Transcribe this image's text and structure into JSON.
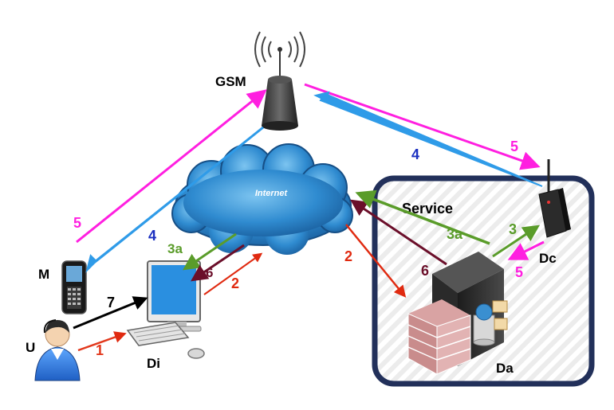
{
  "diagram": {
    "nodes": {
      "gsm": "GSM",
      "internet": "Internet",
      "service": "Service",
      "mobile": "M",
      "user": "U",
      "computer": "Di",
      "device": "Dc",
      "server": "Da"
    },
    "steps": {
      "s1": "1",
      "s2_pc": "2",
      "s2_srv": "2",
      "s3": "3",
      "s3a_srv": "3a",
      "s3a_pc": "3a",
      "s4_top": "4",
      "s4_mob": "4",
      "s5_top": "5",
      "s5_mob": "5",
      "s5_dev": "5",
      "s6_srv": "6",
      "s6_pc": "6",
      "s7": "7"
    },
    "colors": {
      "step1": "#e2381c",
      "step2": "#e02a10",
      "step3": "#5a9c2a",
      "step4": "#2f9be8",
      "step5": "#ff1fe0",
      "step6": "#6b0f2a",
      "step7": "#000000",
      "service_border": "#22305a",
      "cloud": "#2e86c8"
    }
  }
}
